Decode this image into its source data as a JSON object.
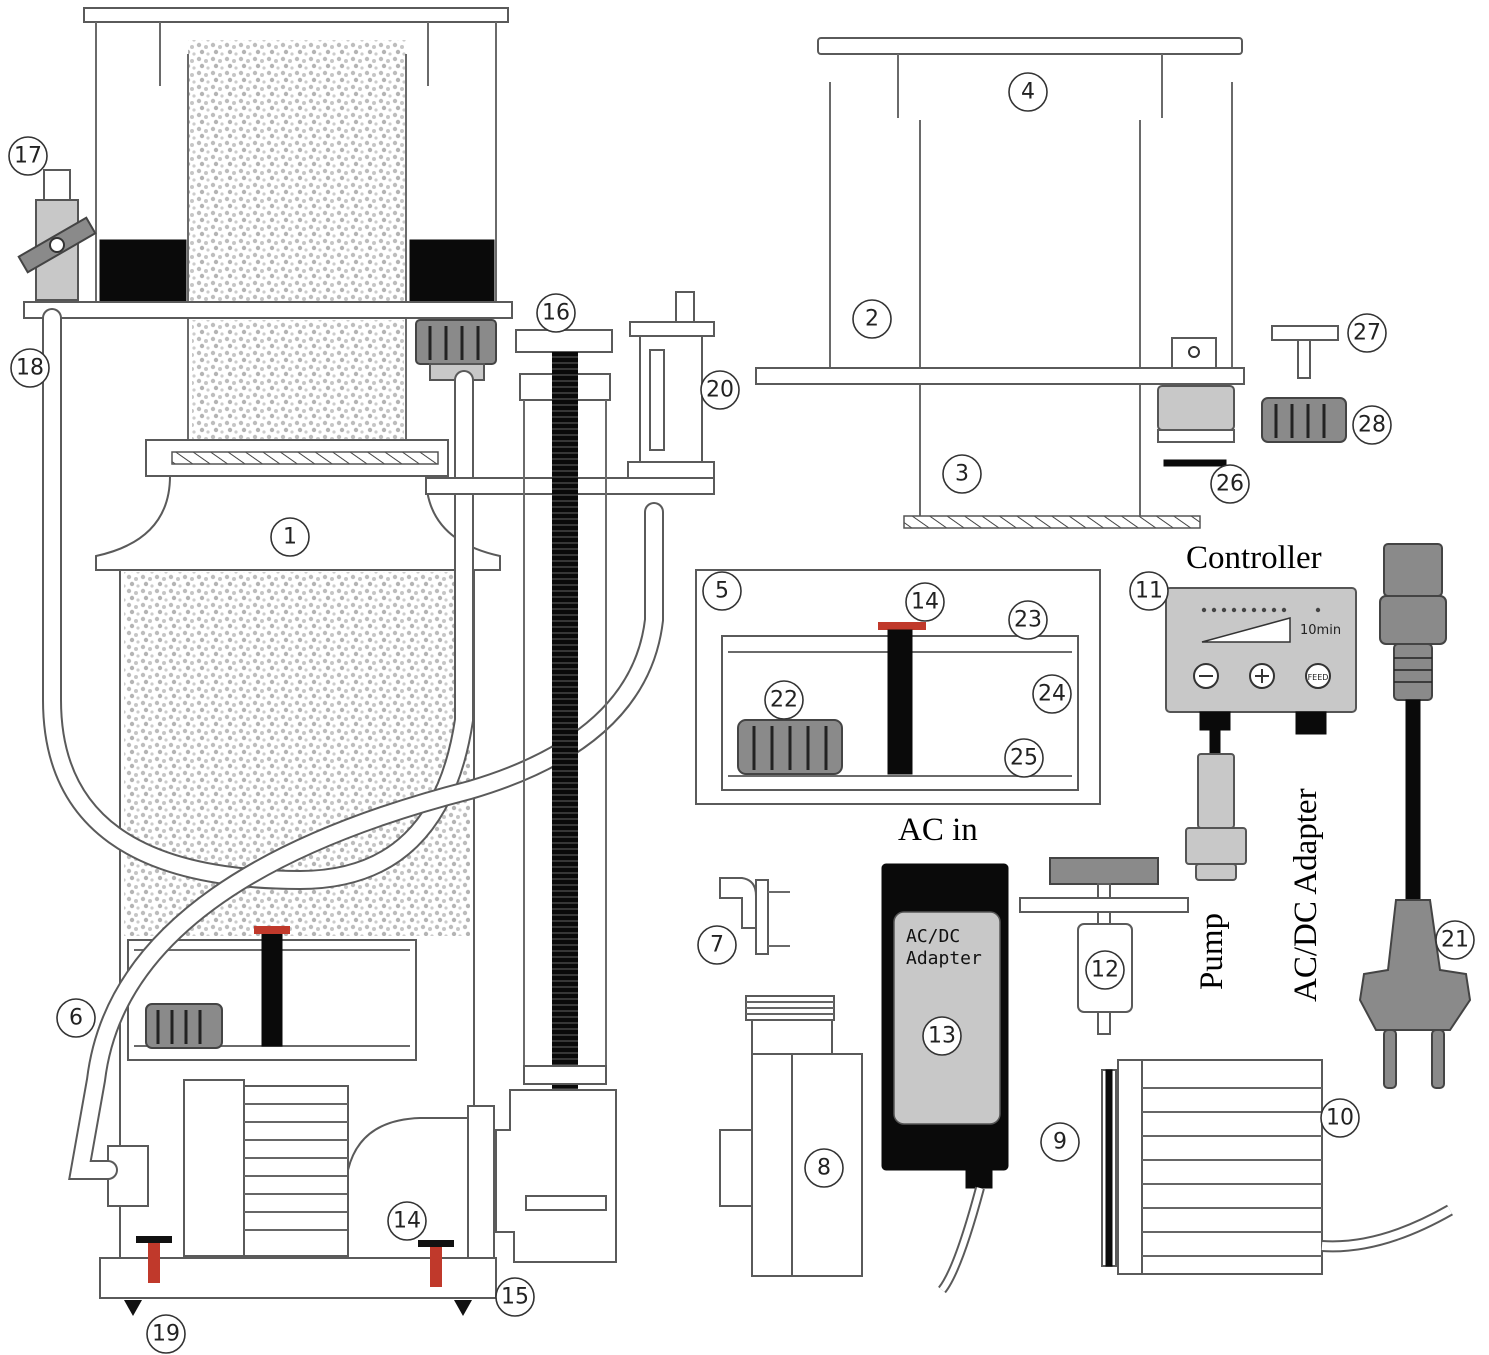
{
  "labels": {
    "controller": "Controller",
    "ac_in": "AC in",
    "pump": "Pump",
    "acdc_adapter": "AC/DC Adapter",
    "adapter_line1": "AC/DC",
    "adapter_line2": "Adapter",
    "timer": "10min",
    "feed": "FEED"
  },
  "callouts": [
    "1",
    "2",
    "3",
    "4",
    "5",
    "6",
    "7",
    "8",
    "9",
    "10",
    "11",
    "12",
    "13",
    "14",
    "14",
    "15",
    "16",
    "17",
    "18",
    "19",
    "20",
    "21",
    "22",
    "23",
    "24",
    "25",
    "26",
    "27",
    "28"
  ],
  "colors": {
    "outline": "#5a5a5a",
    "black_parts": "#0a0a0a",
    "foam": "#bdbdbd",
    "screw": "#c0392b",
    "plug": "#8a8a8a"
  }
}
